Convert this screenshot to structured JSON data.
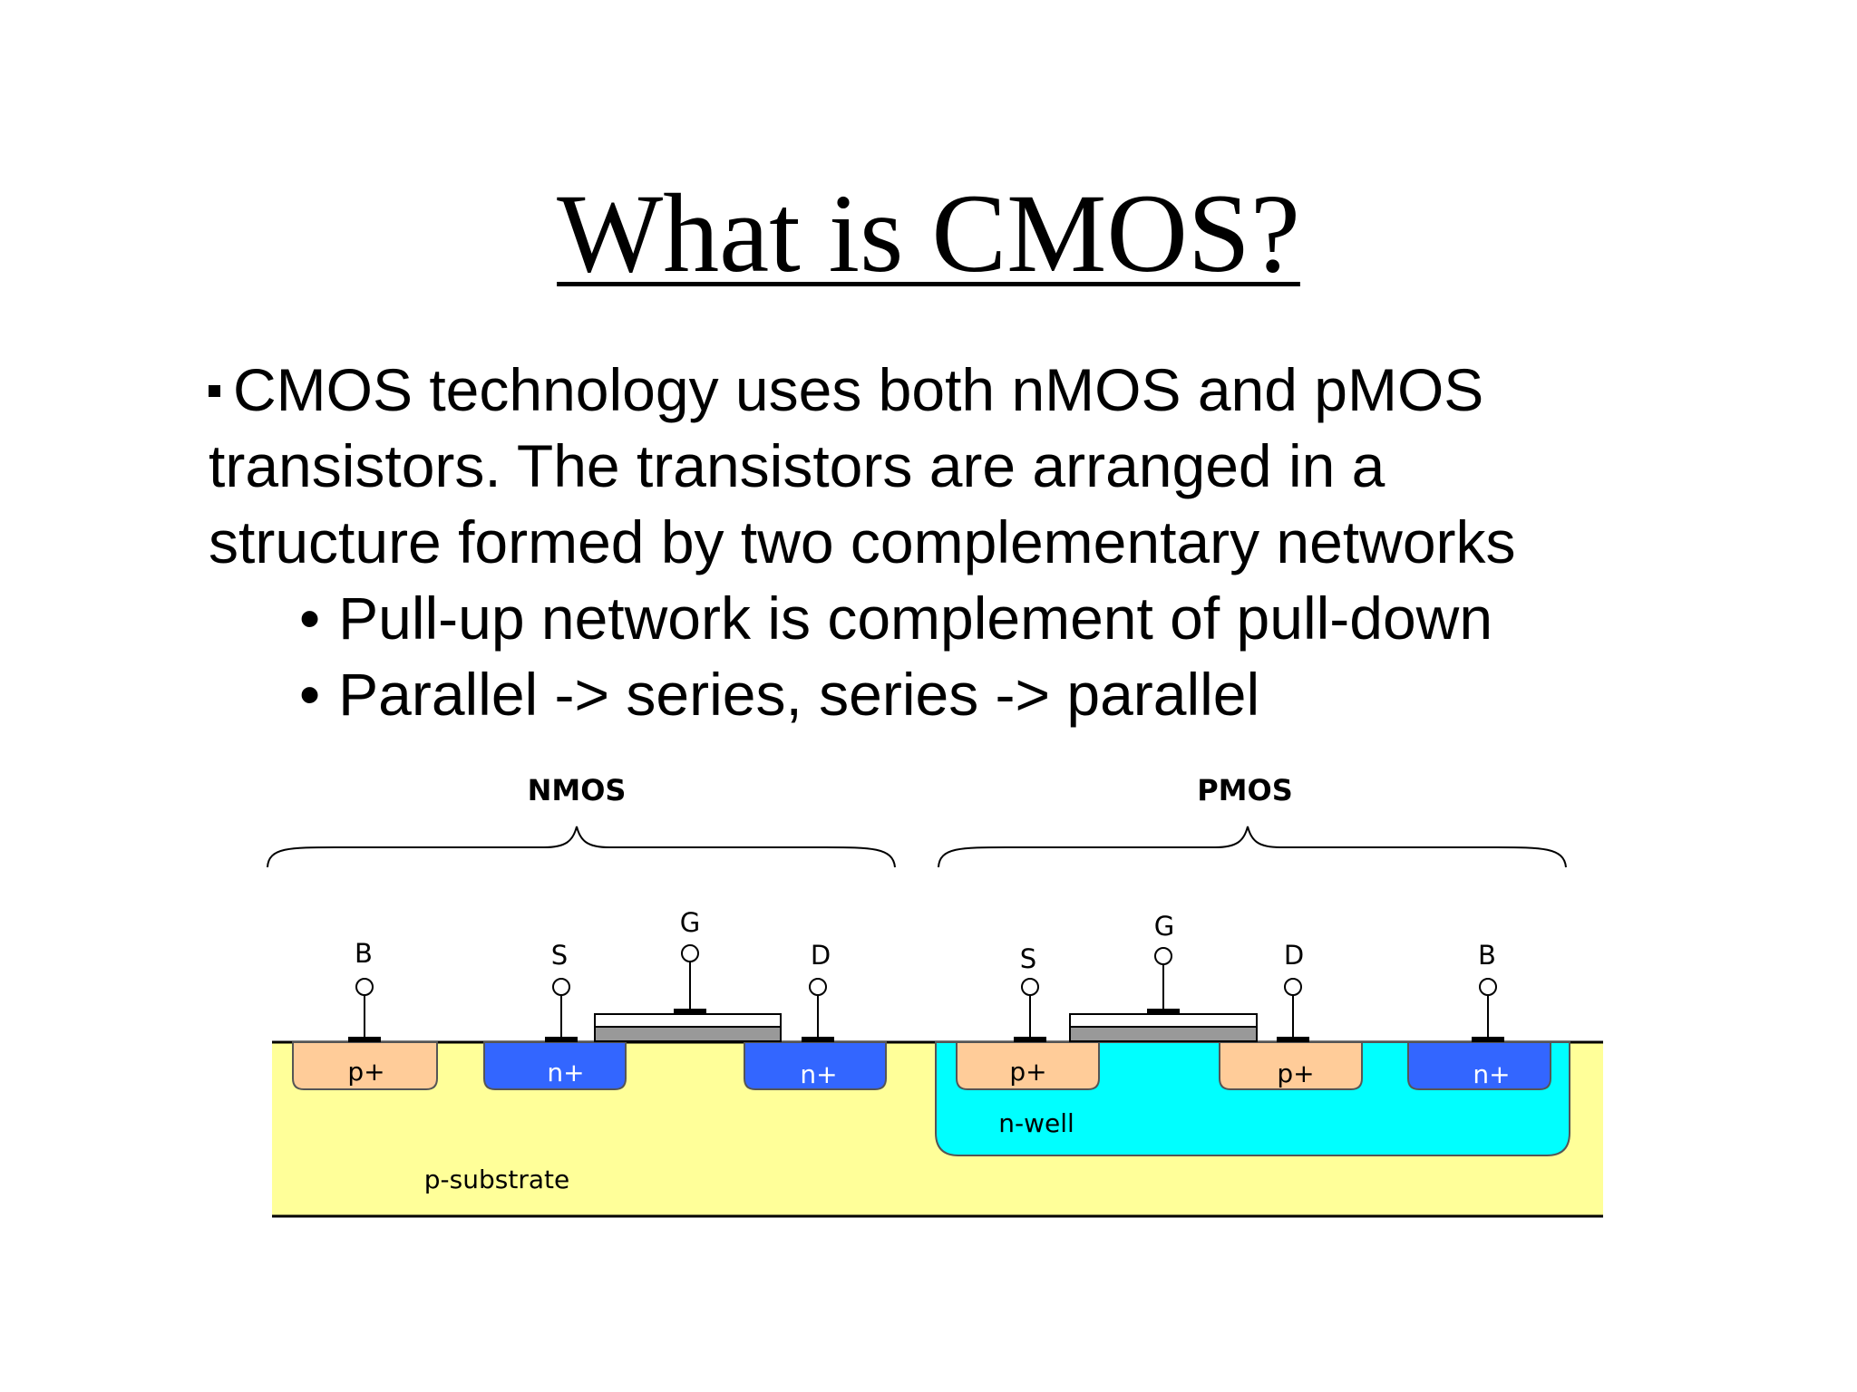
{
  "title": "What is CMOS?",
  "bullets": {
    "main_line1": "CMOS technology uses both nMOS and pMOS",
    "main_line2": "transistors. The transistors are arranged in a",
    "main_line3": "structure formed by two complementary networks",
    "sub1": "Pull-up network is complement of pull-down",
    "sub2": "Parallel -> series, series -> parallel"
  },
  "diagram": {
    "nmos_label": "NMOS",
    "pmos_label": "PMOS",
    "nmos_terminals": {
      "b": "B",
      "s": "S",
      "g": "G",
      "d": "D"
    },
    "pmos_terminals": {
      "s": "S",
      "g": "G",
      "d": "D",
      "b": "B"
    },
    "regions": {
      "nmos_body": "p+",
      "nmos_source": "n+",
      "nmos_drain": "n+",
      "pmos_source": "p+",
      "pmos_drain": "p+",
      "pmos_body": "n+",
      "well": "n-well",
      "substrate": "p-substrate"
    },
    "colors": {
      "substrate": "#ffff99",
      "n_well": "#00ffff",
      "p_plus": "#ffcc99",
      "n_plus": "#3366ff",
      "gate_poly": "#999999",
      "gate_oxide": "#ffffff"
    }
  }
}
